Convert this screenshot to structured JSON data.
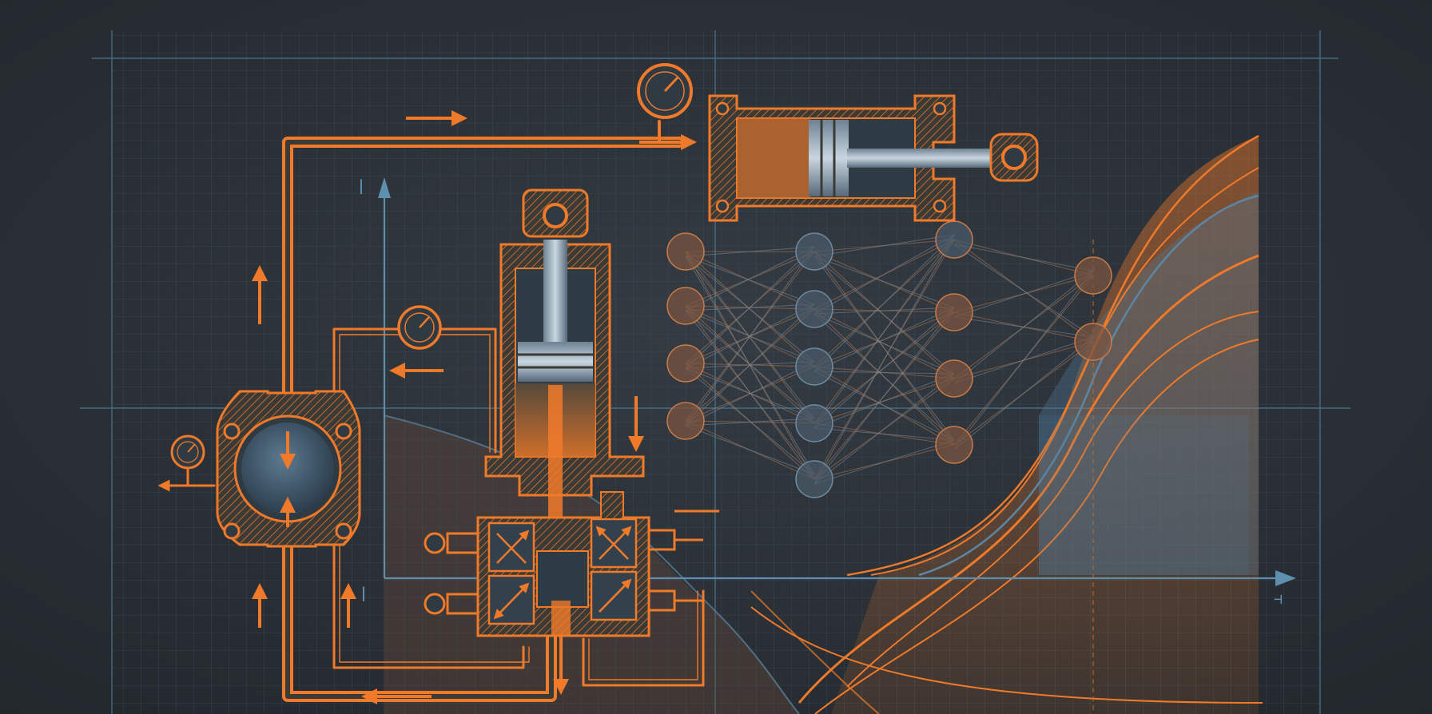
{
  "labels": {
    "y_axis": "ꟾ",
    "x_axis": "⊣",
    "side_mark": "ꟾ"
  },
  "colors": {
    "background": "#2a3036",
    "grid": "#3f6b86",
    "accent": "#f07a2a",
    "steel": "#8fa4b8"
  },
  "network": {
    "layers": [
      4,
      5,
      4,
      2
    ]
  }
}
